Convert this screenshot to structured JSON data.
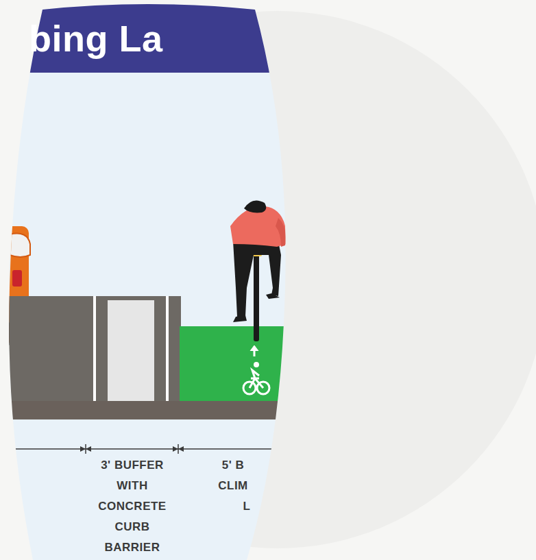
{
  "diagram": {
    "title": "bing La",
    "labels": [
      "3' BUFFER WITH CONCRETE CURB BARRIER",
      "5' B",
      "CLIM",
      "L"
    ]
  }
}
